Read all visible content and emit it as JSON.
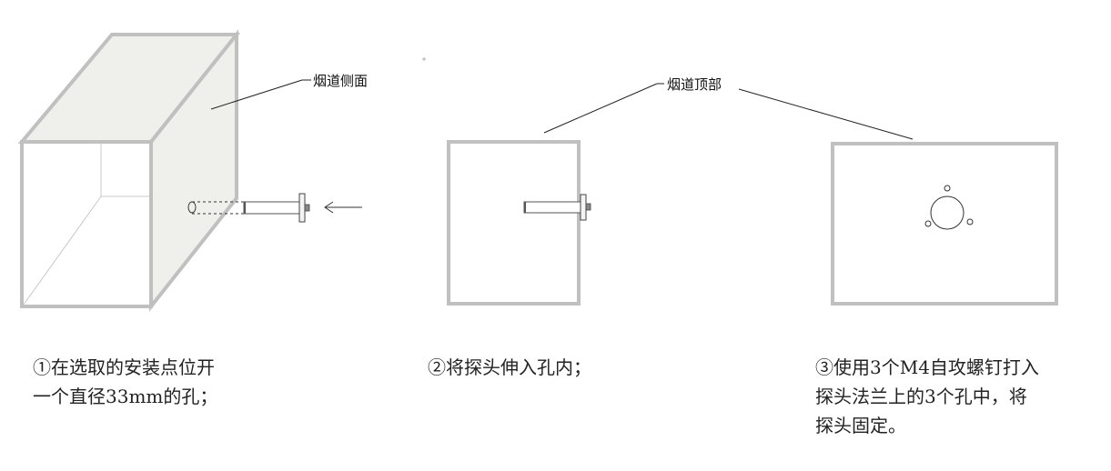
{
  "labels": {
    "duct_side": "烟道侧面",
    "duct_top": "烟道顶部"
  },
  "steps": [
    {
      "lines": [
        "①在选取的安装点位开",
        "一个直径33mm的孔；"
      ]
    },
    {
      "lines": [
        "②将探头伸入孔内；"
      ]
    },
    {
      "lines": [
        "③使用3个M4自攻螺钉打入",
        "探头法兰上的3个孔中，将",
        "探头固定。"
      ]
    }
  ],
  "colors": {
    "duct_outline": "#c0c0c0",
    "duct_top_fill": "#efefeb",
    "line": "#222222"
  }
}
